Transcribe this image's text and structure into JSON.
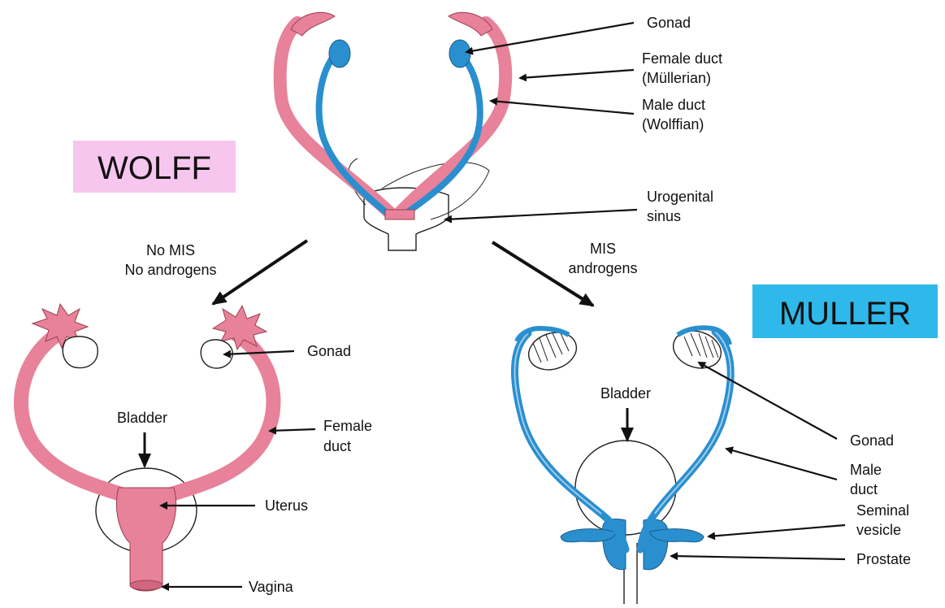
{
  "colors": {
    "female_duct": "#e8819a",
    "female_duct_outline": "#9a4050",
    "male_duct": "#2a8fcf",
    "male_duct_outline": "#1a5e8a",
    "wolff_badge": "#f7c6ef",
    "muller_badge": "#2fb8ea",
    "arrow": "#111111"
  },
  "badges": {
    "wolff": "WOLFF",
    "muller": "MULLER"
  },
  "top": {
    "gonad": "Gonad",
    "female_duct_line1": "Female duct",
    "female_duct_line2": "(Müllerian)",
    "male_duct_line1": "Male duct",
    "male_duct_line2": "(Wolffian)",
    "urogenital_line1": "Urogenital",
    "urogenital_line2": "sinus"
  },
  "branches": {
    "left_line1": "No MIS",
    "left_line2": "No androgens",
    "right_line1": "MIS",
    "right_line2": "androgens"
  },
  "female": {
    "gonad": "Gonad",
    "bladder": "Bladder",
    "female_duct_line1": "Female",
    "female_duct_line2": "duct",
    "uterus": "Uterus",
    "vagina": "Vagina"
  },
  "male": {
    "bladder": "Bladder",
    "gonad": "Gonad",
    "male_duct_line1": "Male",
    "male_duct_line2": "duct",
    "seminal_line1": "Seminal",
    "seminal_line2": "vesicle",
    "prostate": "Prostate"
  }
}
